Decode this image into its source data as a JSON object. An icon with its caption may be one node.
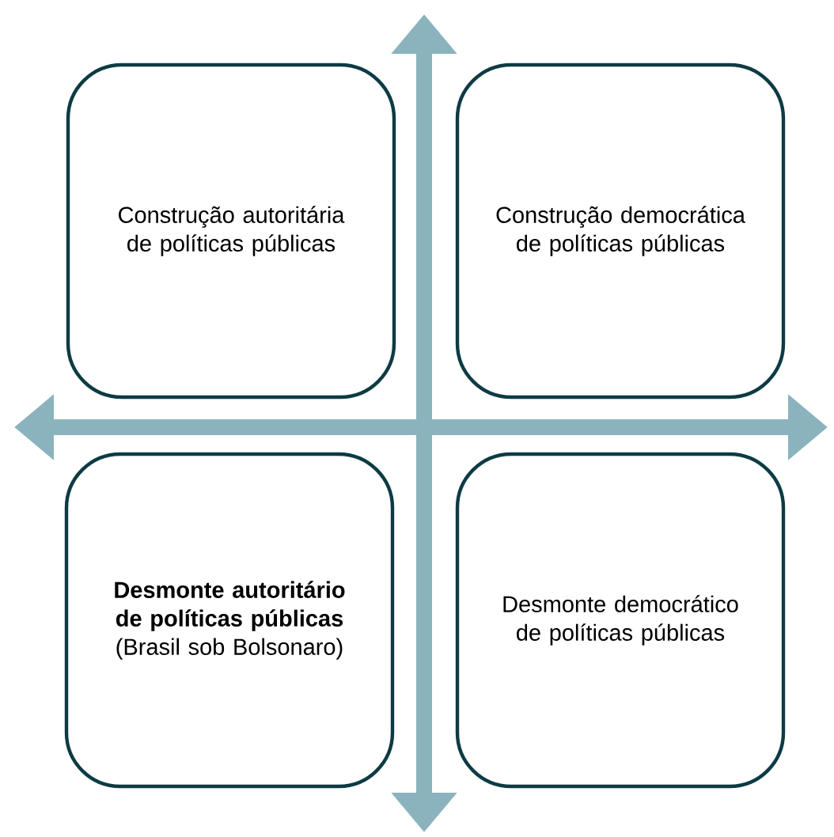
{
  "diagram": {
    "nodes": [
      {
        "text": [
          "Construção autoritária de políticas públicas"
        ]
      },
      {
        "text": [
          "Construção democrática de políticas públicas"
        ]
      },
      {
        "text": [
          "Desmonte autoritário de políticas públicas",
          "(Brasil sob Bolsonaro)"
        ]
      },
      {
        "text": [
          "Desmonte democrático de políticas públicas"
        ]
      }
    ]
  }
}
